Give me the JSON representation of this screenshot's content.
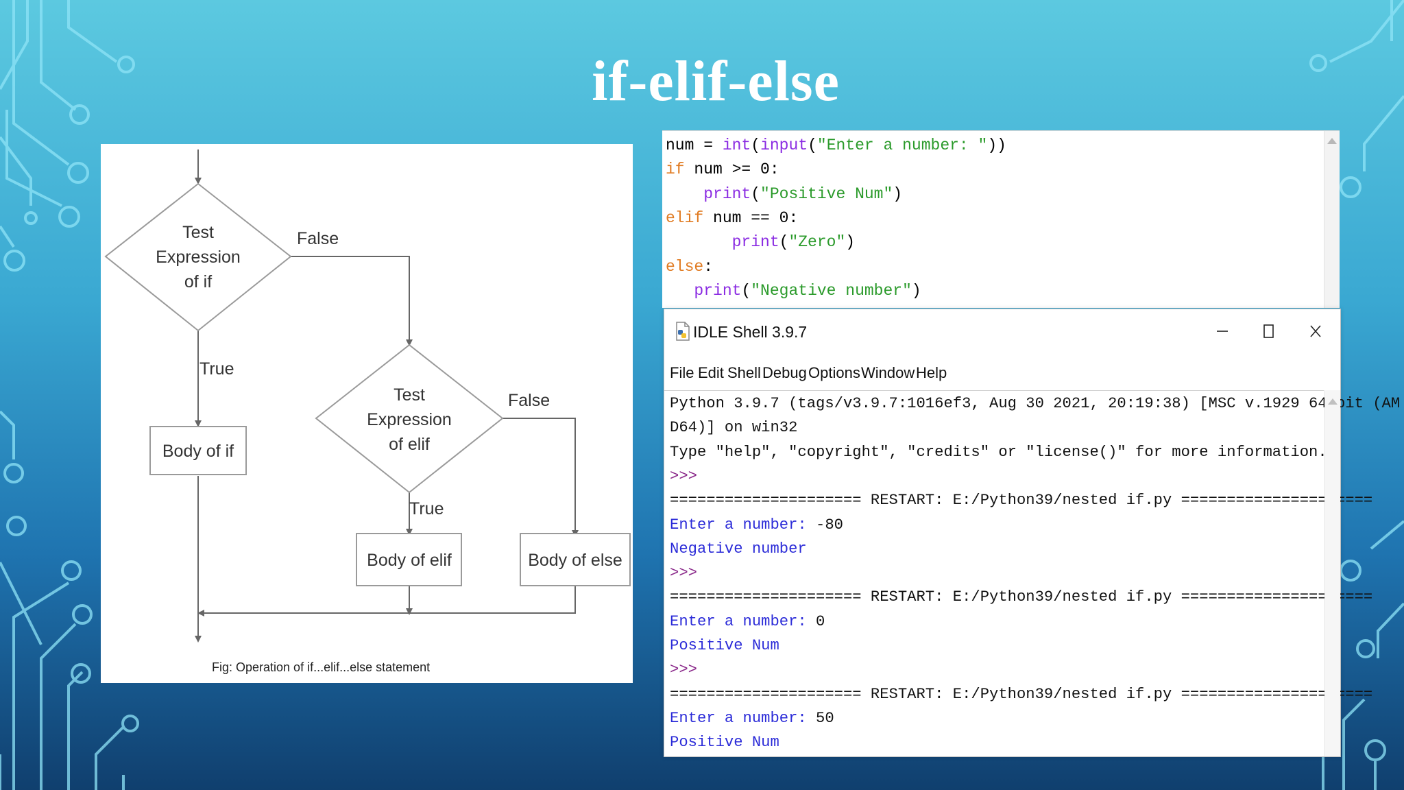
{
  "slide": {
    "title": "if-elif-else"
  },
  "flowchart": {
    "decision_if": [
      "Test",
      "Expression",
      "of if"
    ],
    "decision_elif": [
      "Test",
      "Expression",
      "of elif"
    ],
    "label_false_if": "False",
    "label_true_if": "True",
    "label_false_elif": "False",
    "label_true_elif": "True",
    "box_if": "Body of if",
    "box_elif": "Body of elif",
    "box_else": "Body of else",
    "caption": "Fig: Operation of if...elif...else statement"
  },
  "editor": {
    "lines": [
      [
        {
          "t": "num = ",
          "c": "plain"
        },
        {
          "t": "int",
          "c": "bi"
        },
        {
          "t": "(",
          "c": "plain"
        },
        {
          "t": "input",
          "c": "bi"
        },
        {
          "t": "(",
          "c": "plain"
        },
        {
          "t": "\"Enter a number: \"",
          "c": "str"
        },
        {
          "t": "))",
          "c": "plain"
        }
      ],
      [
        {
          "t": "if",
          "c": "kw"
        },
        {
          "t": " num >= 0:",
          "c": "plain"
        }
      ],
      [
        {
          "t": "    ",
          "c": "plain"
        },
        {
          "t": "print",
          "c": "bi"
        },
        {
          "t": "(",
          "c": "plain"
        },
        {
          "t": "\"Positive Num\"",
          "c": "str"
        },
        {
          "t": ")",
          "c": "plain"
        }
      ],
      [
        {
          "t": "elif",
          "c": "kw"
        },
        {
          "t": " num == 0:",
          "c": "plain"
        }
      ],
      [
        {
          "t": "       ",
          "c": "plain"
        },
        {
          "t": "print",
          "c": "bi"
        },
        {
          "t": "(",
          "c": "plain"
        },
        {
          "t": "\"Zero\"",
          "c": "str"
        },
        {
          "t": ")",
          "c": "plain"
        }
      ],
      [
        {
          "t": "else",
          "c": "kw"
        },
        {
          "t": ":",
          "c": "plain"
        }
      ],
      [
        {
          "t": "   ",
          "c": "plain"
        },
        {
          "t": "print",
          "c": "bi"
        },
        {
          "t": "(",
          "c": "plain"
        },
        {
          "t": "\"Negative number\"",
          "c": "str"
        },
        {
          "t": ")",
          "c": "plain"
        }
      ]
    ]
  },
  "shell": {
    "window_title": "IDLE Shell 3.9.7",
    "menu": [
      "File",
      "Edit",
      "Shell",
      "Debug",
      "Options",
      "Window",
      "Help"
    ],
    "console_lines": [
      {
        "t": "Python 3.9.7 (tags/v3.9.7:1016ef3, Aug 30 2021, 20:19:38) [MSC v.1929 64 bit (AM",
        "c": "plain"
      },
      {
        "t": "D64)] on win32",
        "c": "plain"
      },
      {
        "t": "Type \"help\", \"copyright\", \"credits\" or \"license()\" for more information.",
        "c": "plain"
      },
      {
        "t": ">>>",
        "c": "prompt"
      },
      {
        "t": "===================== RESTART: E:/Python39/nested if.py =====================",
        "c": "plain"
      },
      {
        "t": "Enter a number: ",
        "c": "out",
        "input": "-80"
      },
      {
        "t": "Negative number",
        "c": "out"
      },
      {
        "t": ">>>",
        "c": "prompt"
      },
      {
        "t": "===================== RESTART: E:/Python39/nested if.py =====================",
        "c": "plain"
      },
      {
        "t": "Enter a number: ",
        "c": "out",
        "input": "0"
      },
      {
        "t": "Positive Num",
        "c": "out"
      },
      {
        "t": ">>>",
        "c": "prompt"
      },
      {
        "t": "===================== RESTART: E:/Python39/nested if.py =====================",
        "c": "plain"
      },
      {
        "t": "Enter a number: ",
        "c": "out",
        "input": "50"
      },
      {
        "t": "Positive Num",
        "c": "out"
      }
    ]
  },
  "colors": {
    "keyword": "#e07b22",
    "builtin": "#8a2be2",
    "string": "#2a9a2a",
    "shell_output": "#2b2bd8",
    "prompt": "#8b2a8b"
  },
  "icons": [
    "python-file-icon",
    "minimize-icon",
    "maximize-icon",
    "close-icon"
  ]
}
